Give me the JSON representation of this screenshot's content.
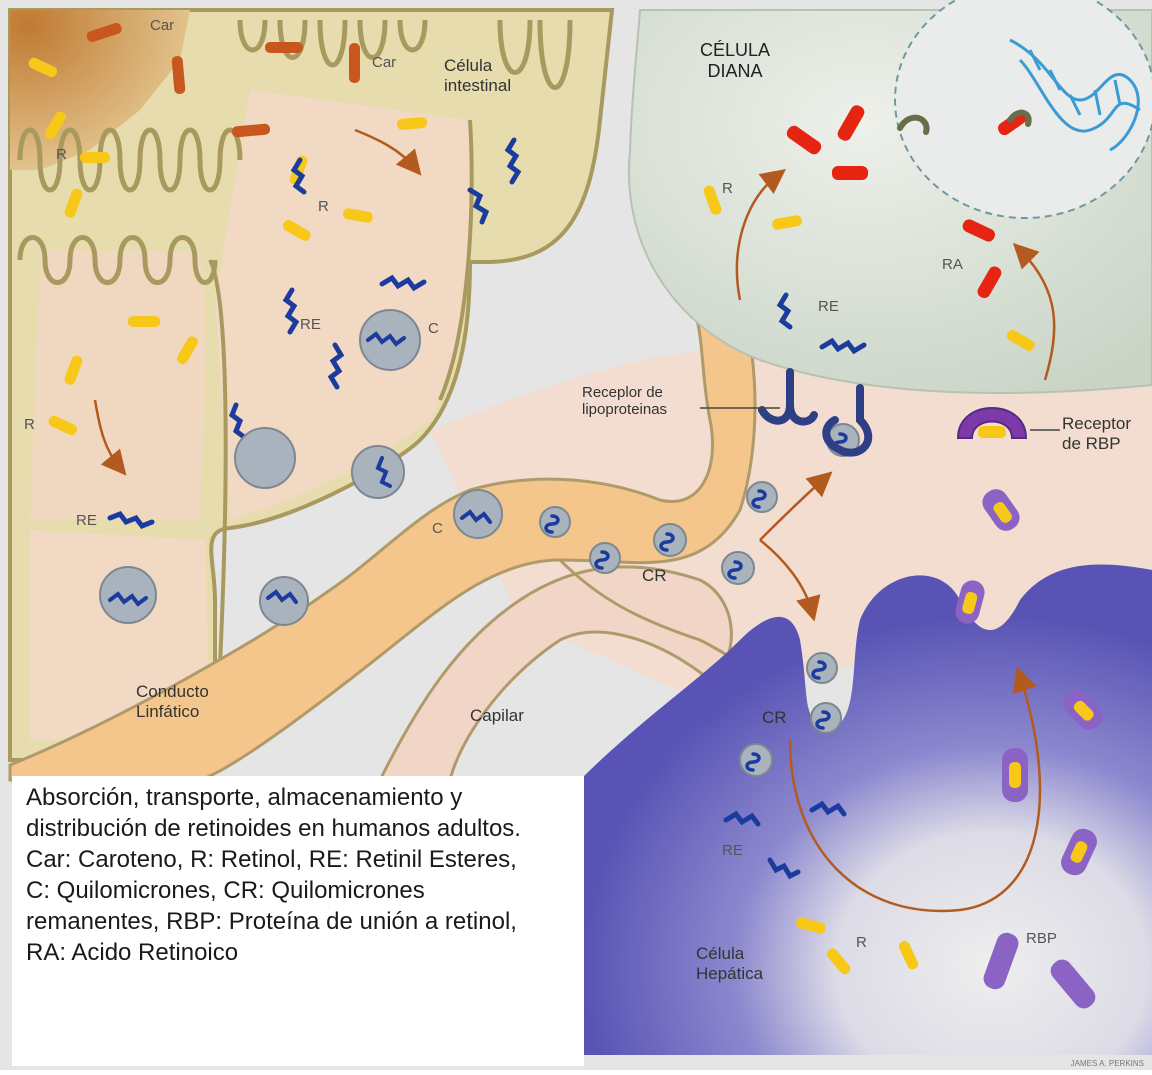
{
  "labels": {
    "car1": "Car",
    "car2": "Car",
    "intestinal_cell": [
      "Célula",
      "intestinal"
    ],
    "target_cell": [
      "CÉLULA",
      "DIANA"
    ],
    "r_upper": "R",
    "r_mid": "R",
    "r_left": "R",
    "re_cell": "RE",
    "c_cell": "C",
    "re_left": "RE",
    "c_lymph": "C",
    "cr_center": "CR",
    "lymph_duct": [
      "Conducto",
      "Linfático"
    ],
    "capillary": "Capilar",
    "lipoprotein_receptor": [
      "Receplor de",
      "lipoproteinas"
    ],
    "re_target": "RE",
    "r_target": "R",
    "ra_target": "RA",
    "rbp_receptor": [
      "Receptor",
      "de RBP"
    ],
    "cr_liver": "CR",
    "re_liver": "RE",
    "liver_cell": [
      "Célula",
      "Hepática"
    ],
    "r_liver": "R",
    "rbp_liver": "RBP"
  },
  "caption": [
    "Absorción, transporte, almacenamiento y",
    "distribución de retinoides en humanos adultos.",
    "Car: Caroteno, R: Retinol, RE: Retinil Esteres,",
    "C: Quilomicrones, CR: Quilomicrones",
    "remanentes, RBP: Proteína de unión a retinol,",
    "RA: Acido Retinoico"
  ],
  "credit": "JAMES A. PERKINS",
  "colors": {
    "intestinal_cell": "#e6dcae",
    "cell_interior": "#f1d9c3",
    "lumen": "#c98a3e",
    "lymph": "#f4c68c",
    "capillary": "#f1d6c8",
    "extracellular": "#e3e3e3",
    "target_cell": "#d6ddd2",
    "liver_cell": "#5e5ab8",
    "retinol": "#f7c818",
    "carotene": "#c8561e",
    "retinyl_ester": "#1c3b9e",
    "retinoic_acid": "#e52412",
    "rbp": "#8b63c5",
    "arrow": "#b35a1f"
  }
}
